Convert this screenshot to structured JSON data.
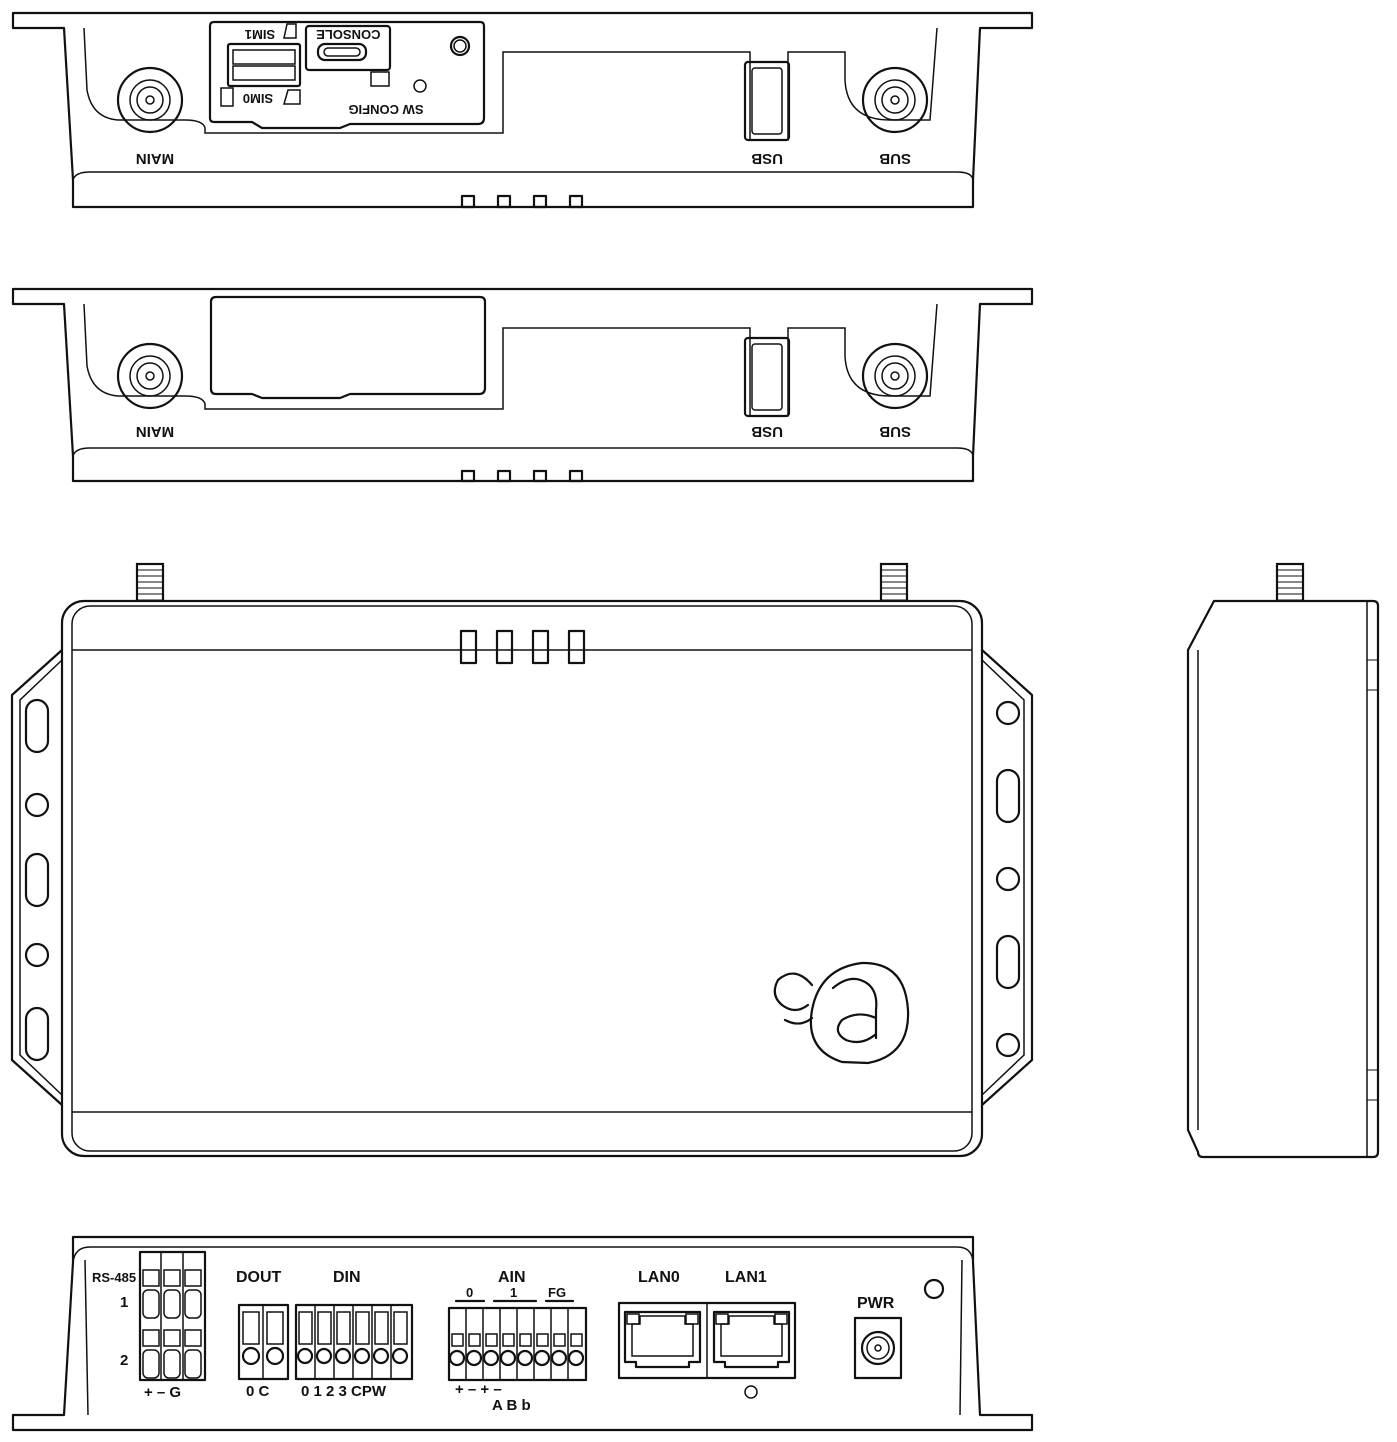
{
  "top_view_1": {
    "main_label": "MAIN",
    "usb_label": "USB",
    "sub_label": "SUB",
    "console_label": "CONSOLE",
    "sim1_label": "SIM1",
    "sim0_label": "SIM0",
    "sw_config_label": "SW CONFIG"
  },
  "top_view_2": {
    "main_label": "MAIN",
    "usb_label": "USB",
    "sub_label": "SUB"
  },
  "front_panel": {
    "rs485_label": "RS-485",
    "rs485_row1": "1",
    "rs485_row2": "2",
    "rs485_pins": "+ – G",
    "dout_label": "DOUT",
    "dout_pins": "0 C",
    "din_label": "DIN",
    "din_pins": "0 1 2 3 CPW",
    "ain_label": "AIN",
    "ain_group0": "0",
    "ain_group1": "1",
    "fg_label": "FG",
    "ain_pins": "+ – + –",
    "ain_pins2": "A B b",
    "lan0_label": "LAN0",
    "lan1_label": "LAN1",
    "pwr_label": "PWR"
  },
  "colors": {
    "line": "#111111",
    "background": "#ffffff"
  }
}
